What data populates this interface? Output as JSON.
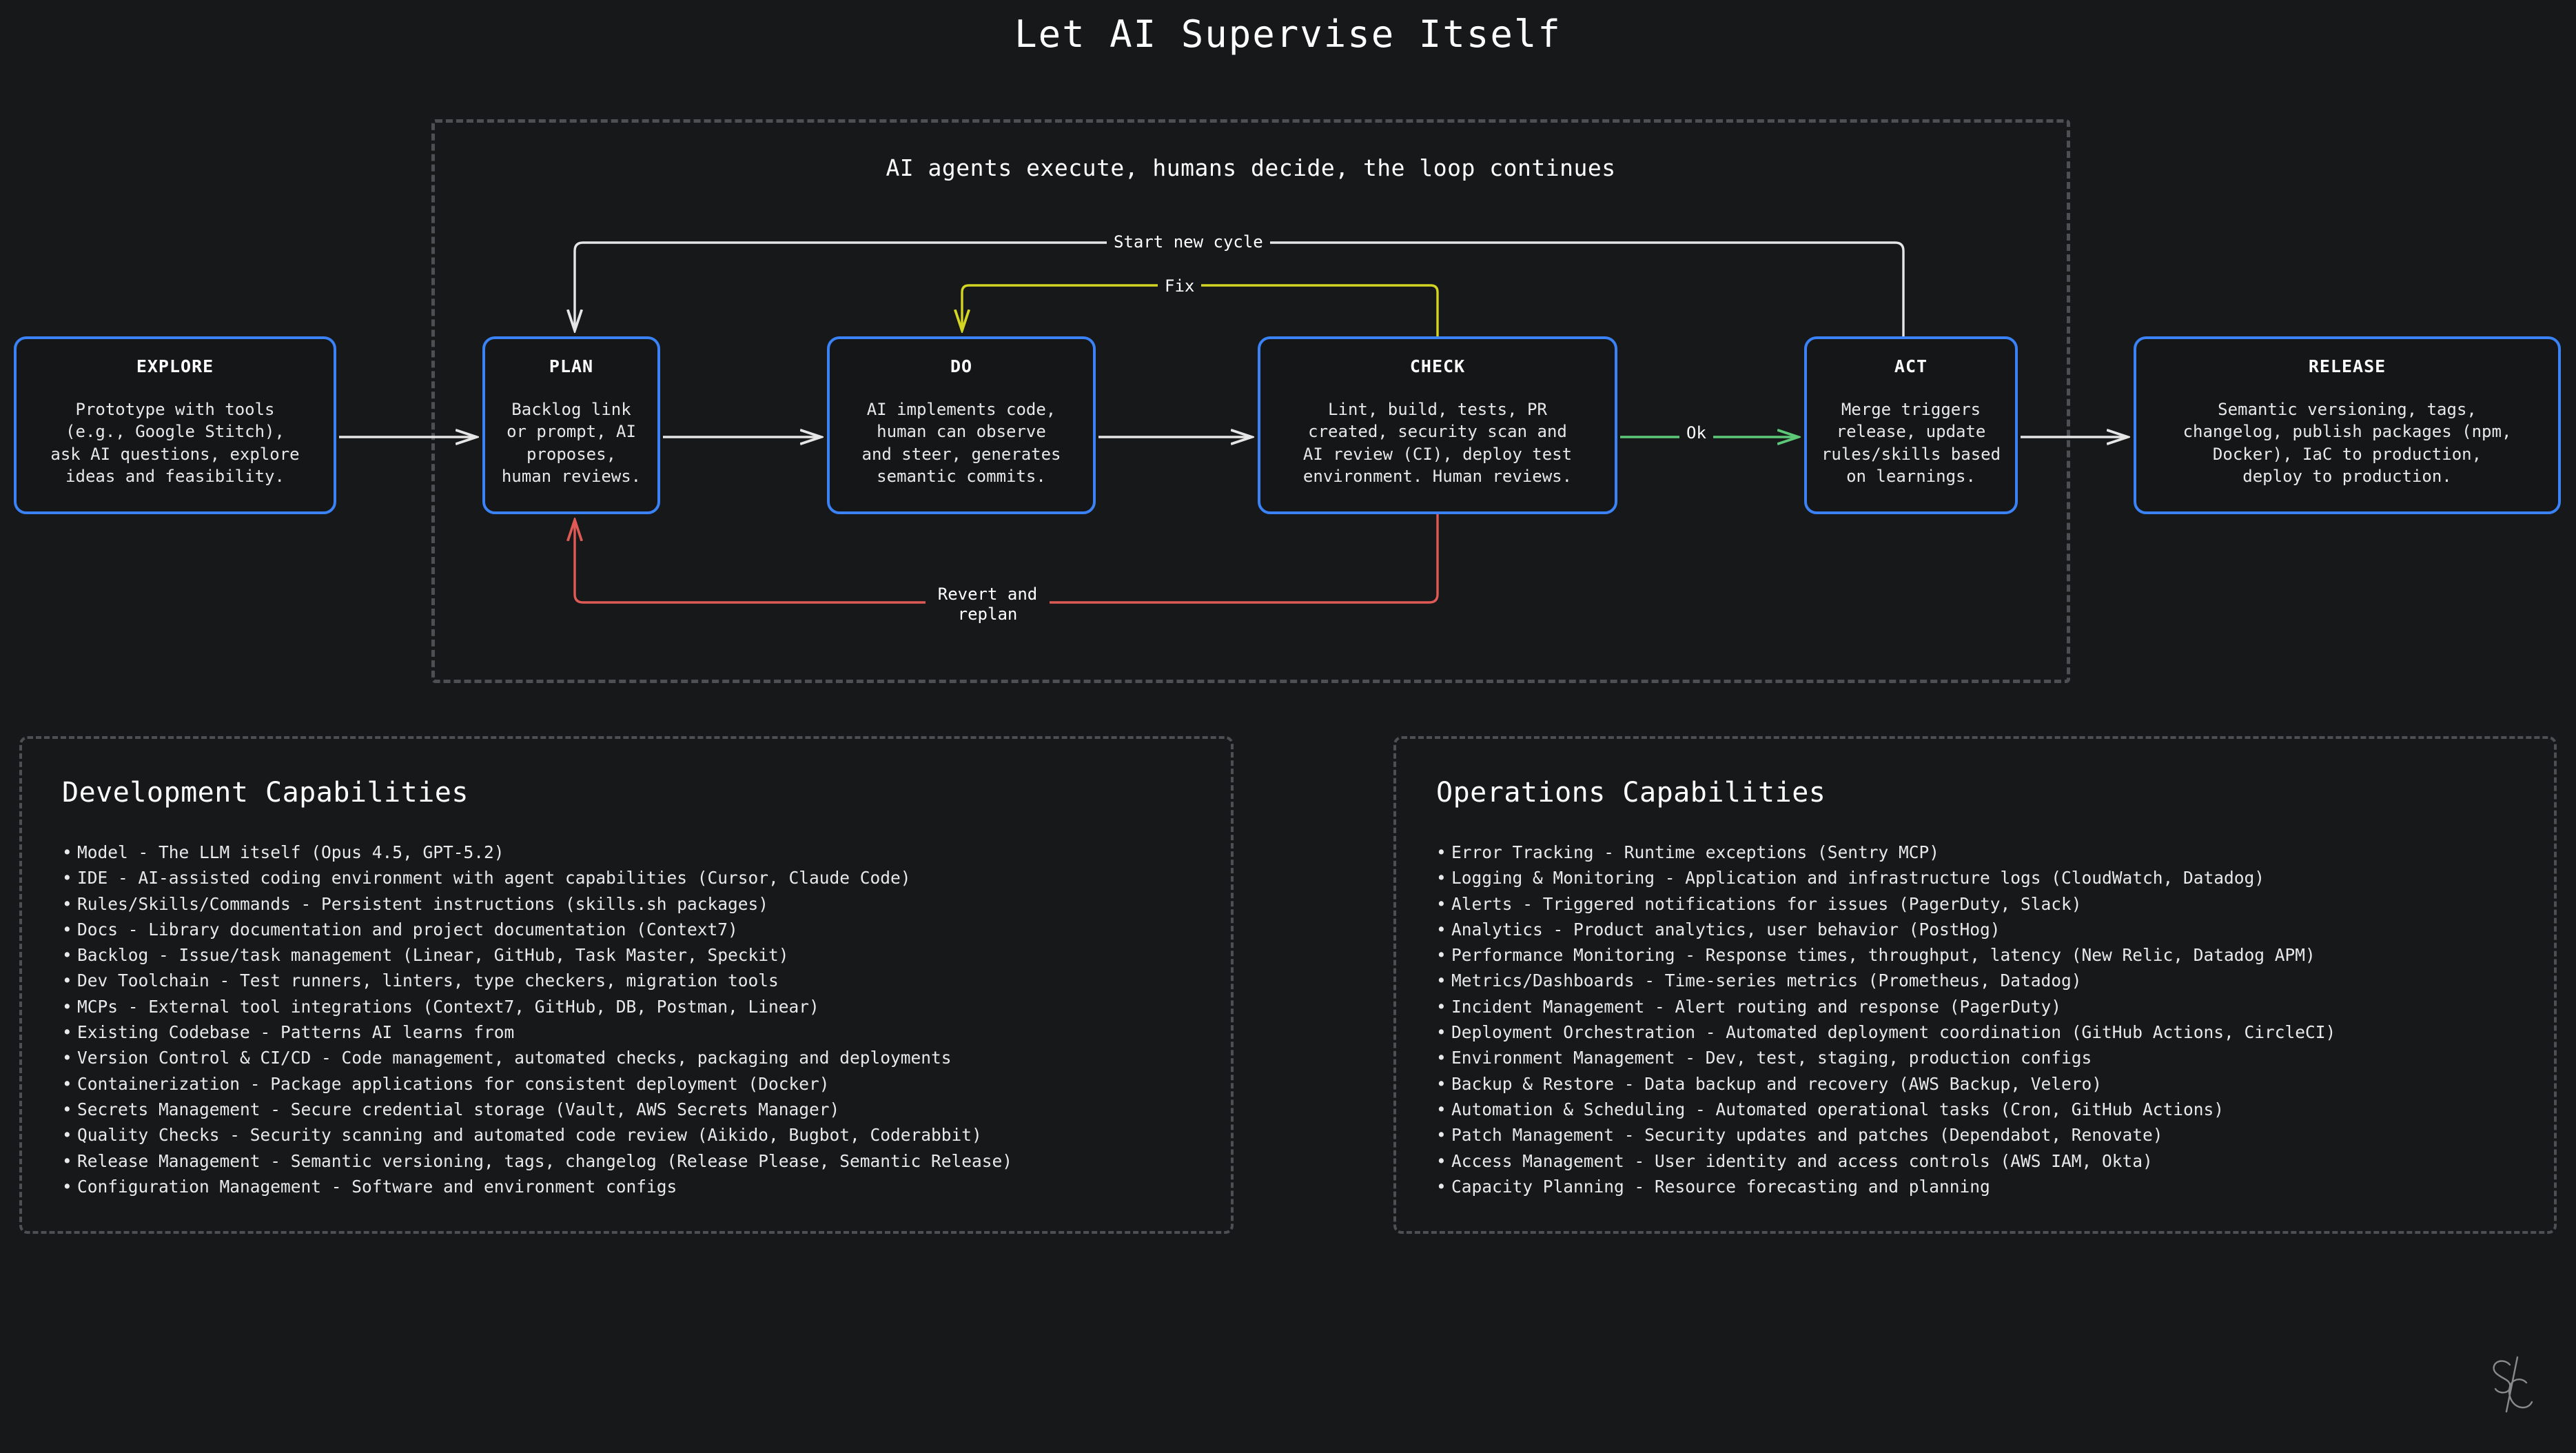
{
  "title": "Let AI Supervise Itself",
  "loop": {
    "subtitle": "AI agents execute, humans decide, the loop continues",
    "stages": [
      {
        "id": "explore",
        "title": "EXPLORE",
        "desc": "Prototype with tools\n(e.g., Google Stitch),\nask AI questions, explore\nideas and feasibility."
      },
      {
        "id": "plan",
        "title": "PLAN",
        "desc": "Backlog link\nor prompt, AI\nproposes,\nhuman reviews."
      },
      {
        "id": "do",
        "title": "DO",
        "desc": "AI implements code,\nhuman can observe\nand steer, generates\nsemantic commits."
      },
      {
        "id": "check",
        "title": "CHECK",
        "desc": "Lint, build, tests, PR\ncreated, security scan and\nAI review (CI), deploy test\nenvironment. Human reviews."
      },
      {
        "id": "act",
        "title": "ACT",
        "desc": "Merge triggers\nrelease, update\nrules/skills based\non learnings."
      },
      {
        "id": "release",
        "title": "RELEASE",
        "desc": "Semantic versioning, tags,\nchangelog, publish packages (npm,\nDocker), IaC to production,\ndeploy to production."
      }
    ],
    "edges": {
      "start_new_cycle": "Start new cycle",
      "fix": "Fix",
      "ok": "Ok",
      "revert_and_replan": "Revert and\nreplan"
    },
    "colors": {
      "box_border": "#3b82f6",
      "container_border": "#4d4f52",
      "arrow_default": "#e6e6e6",
      "arrow_fix": "#d4d422",
      "arrow_ok": "#5cc878",
      "arrow_revert": "#e05a55",
      "background": "#16181a"
    }
  },
  "panels": [
    {
      "id": "development",
      "title": "Development Capabilities",
      "items": [
        "Model - The LLM itself (Opus 4.5, GPT-5.2)",
        "IDE - AI-assisted coding environment with agent capabilities (Cursor, Claude Code)",
        "Rules/Skills/Commands - Persistent instructions (skills.sh packages)",
        "Docs - Library documentation and project documentation (Context7)",
        "Backlog - Issue/task management (Linear, GitHub, Task Master, Speckit)",
        "Dev Toolchain - Test runners, linters, type checkers, migration tools",
        "MCPs - External tool integrations (Context7, GitHub, DB, Postman, Linear)",
        "Existing Codebase - Patterns AI learns from",
        "Version Control & CI/CD - Code management, automated checks, packaging and deployments",
        "Containerization - Package applications for consistent deployment (Docker)",
        "Secrets Management - Secure credential storage (Vault, AWS Secrets Manager)",
        "Quality Checks - Security scanning and automated code review (Aikido, Bugbot, Coderabbit)",
        "Release Management - Semantic versioning, tags, changelog (Release Please, Semantic Release)",
        "Configuration Management - Software and environment configs"
      ]
    },
    {
      "id": "operations",
      "title": "Operations Capabilities",
      "items": [
        "Error Tracking - Runtime exceptions (Sentry MCP)",
        "Logging & Monitoring - Application and infrastructure logs (CloudWatch, Datadog)",
        "Alerts - Triggered notifications for issues (PagerDuty, Slack)",
        "Analytics - Product analytics, user behavior (PostHog)",
        "Performance Monitoring - Response times, throughput, latency (New Relic, Datadog APM)",
        "Metrics/Dashboards - Time-series metrics (Prometheus, Datadog)",
        "Incident Management - Alert routing and response (PagerDuty)",
        "Deployment Orchestration - Automated deployment coordination (GitHub Actions, CircleCI)",
        "Environment Management - Dev, test, staging, production configs",
        "Backup & Restore - Data backup and recovery (AWS Backup, Velero)",
        "Automation & Scheduling - Automated operational tasks (Cron, GitHub Actions)",
        "Patch Management - Security updates and patches (Dependabot, Renovate)",
        "Access Management - User identity and access controls (AWS IAM, Okta)",
        "Capacity Planning - Resource forecasting and planning"
      ]
    }
  ],
  "signature": "SC monogram"
}
